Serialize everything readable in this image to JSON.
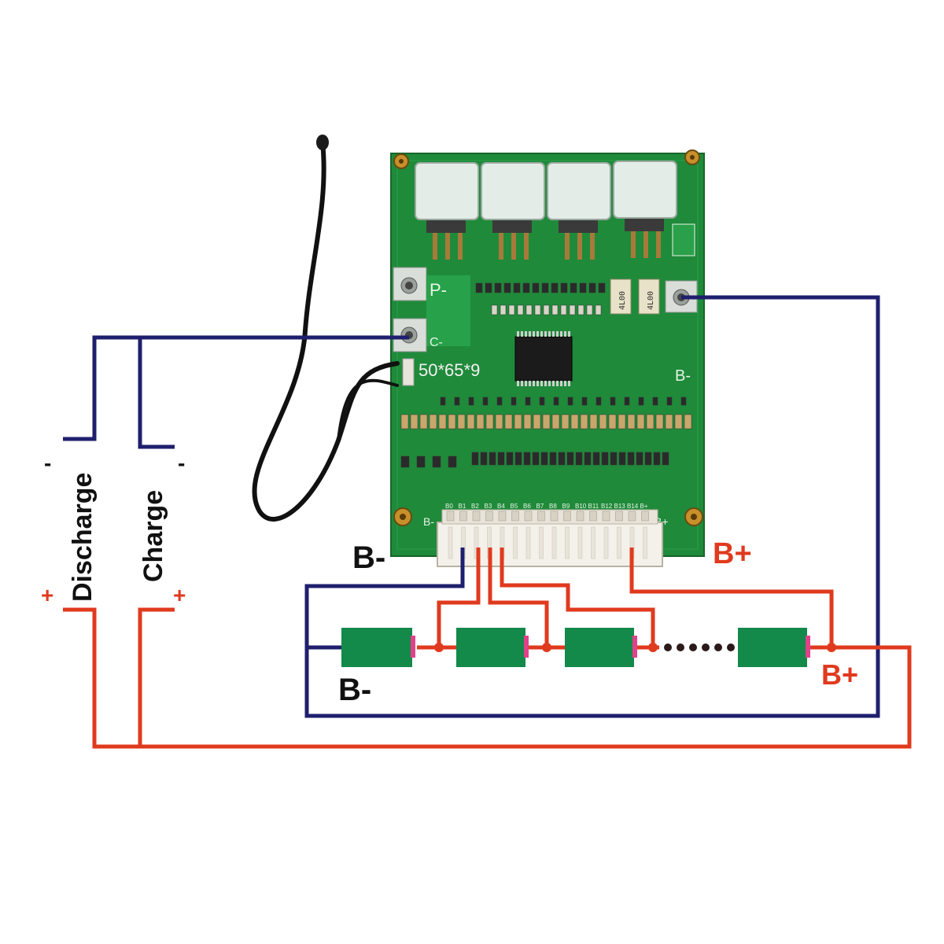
{
  "labels": {
    "discharge": "Discharge",
    "charge": "Charge",
    "minus": "-",
    "plus": "+",
    "b_minus": "B-",
    "b_plus": "B+"
  },
  "board": {
    "size_marking": "50*65*9",
    "pad_p": "P-",
    "pad_c": "C-",
    "pad_b_minus": "B-",
    "edge_b_minus": "B-",
    "edge_b_plus": "B+",
    "resistor_1": "4L00",
    "resistor_2": "4L00",
    "connector_pins": [
      "B0",
      "B1",
      "B2",
      "B3",
      "B4",
      "B5",
      "B6",
      "B7",
      "B8",
      "B9",
      "B10",
      "B11",
      "B12",
      "B13",
      "B14",
      "B+"
    ]
  },
  "colors": {
    "positive_wire": "#e03a1e",
    "negative_wire": "#1f1f6e",
    "pcb": "#1f8a3a",
    "cell": "#13894a",
    "cell_terminal": "#e0428a"
  },
  "icons": {
    "thermistor": "thermistor-probe-icon",
    "mosfet": "mosfet-icon",
    "chip": "ic-chip-icon",
    "connector": "balance-connector-icon",
    "battery_cell": "battery-cell-icon"
  }
}
